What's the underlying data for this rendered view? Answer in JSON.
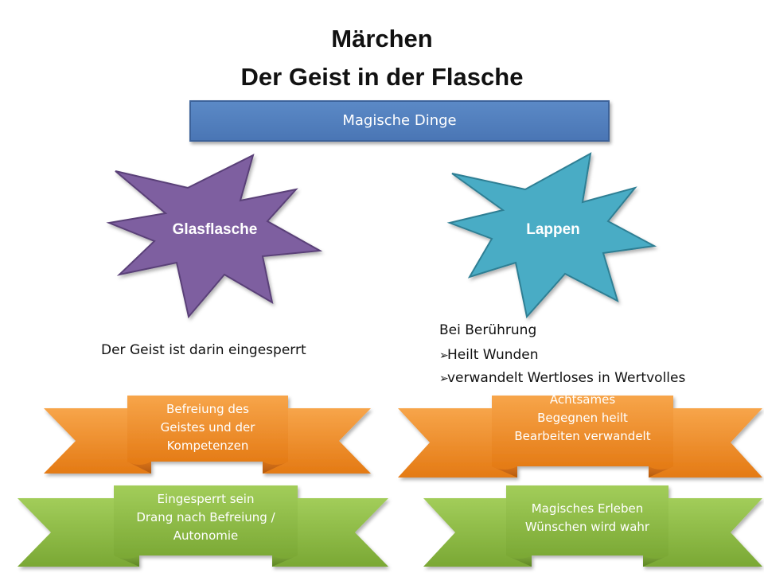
{
  "title": {
    "line1": "Märchen",
    "line2": "Der Geist in der Flasche"
  },
  "header": {
    "label": "Magische Dinge"
  },
  "stars": [
    {
      "label": "Glasflasche",
      "color": "#7e5fa0"
    },
    {
      "label": "Lappen",
      "color": "#4aacc5"
    }
  ],
  "left_text": "Der Geist ist darin eingesperrt",
  "right_text": {
    "heading": "Bei Berührung",
    "bullets": [
      "Heilt Wunden",
      "verwandelt Wertloses in Wertvolles"
    ]
  },
  "ribbons": {
    "orange_left": [
      "Befreiung des",
      "Geistes und der",
      "Kompetenzen"
    ],
    "orange_right": [
      "Achtsames",
      "Begegnen heilt",
      "Bearbeiten verwandelt"
    ],
    "green_left": [
      "Eingesperrt sein",
      "Drang nach Befreiung /",
      "Autonomie"
    ],
    "green_right": [
      "Magisches Erleben",
      "Wünschen wird wahr"
    ]
  },
  "colors": {
    "orange": "#f28c28",
    "green": "#8cb844",
    "header_blue": "#4f81bd"
  }
}
